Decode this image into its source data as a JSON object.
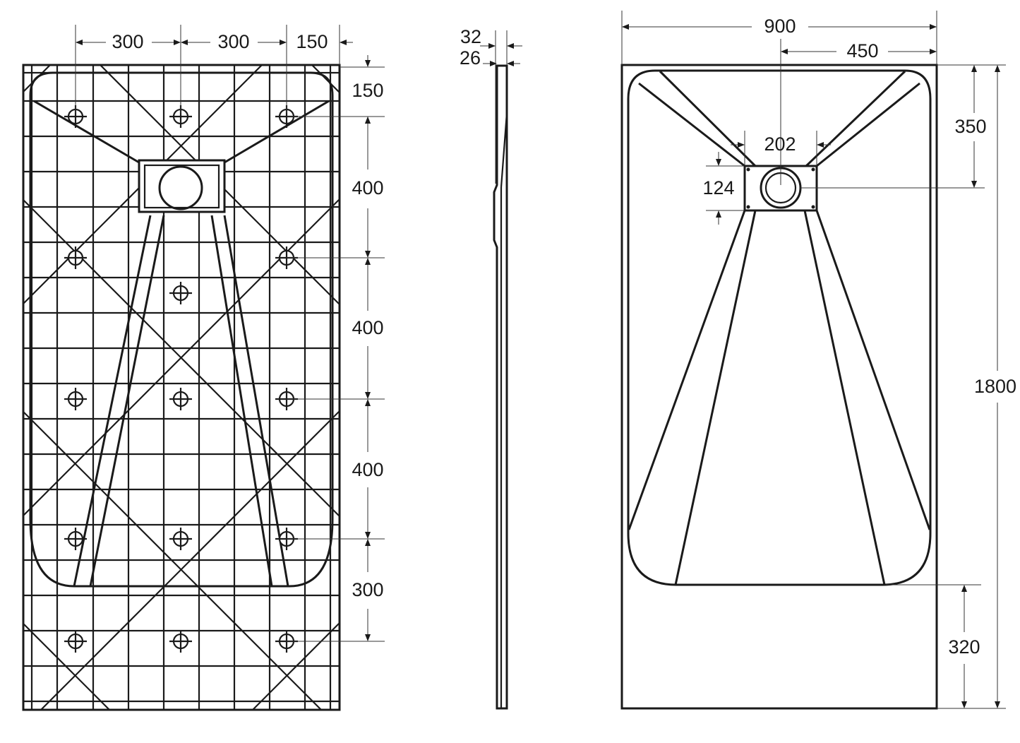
{
  "bottom_view": {
    "dims_horizontal": [
      "300",
      "300",
      "150"
    ],
    "dims_vertical": [
      "150",
      "400",
      "400",
      "400",
      "300"
    ]
  },
  "side_view": {
    "dims": [
      "32",
      "26"
    ]
  },
  "top_view": {
    "width": "900",
    "half_width": "450",
    "drain_width": "202",
    "drain_height": "124",
    "drain_offset": "350",
    "length": "1800",
    "end_gap": "320"
  },
  "colors": {
    "line": "#1a1a1a",
    "background": "#ffffff"
  }
}
